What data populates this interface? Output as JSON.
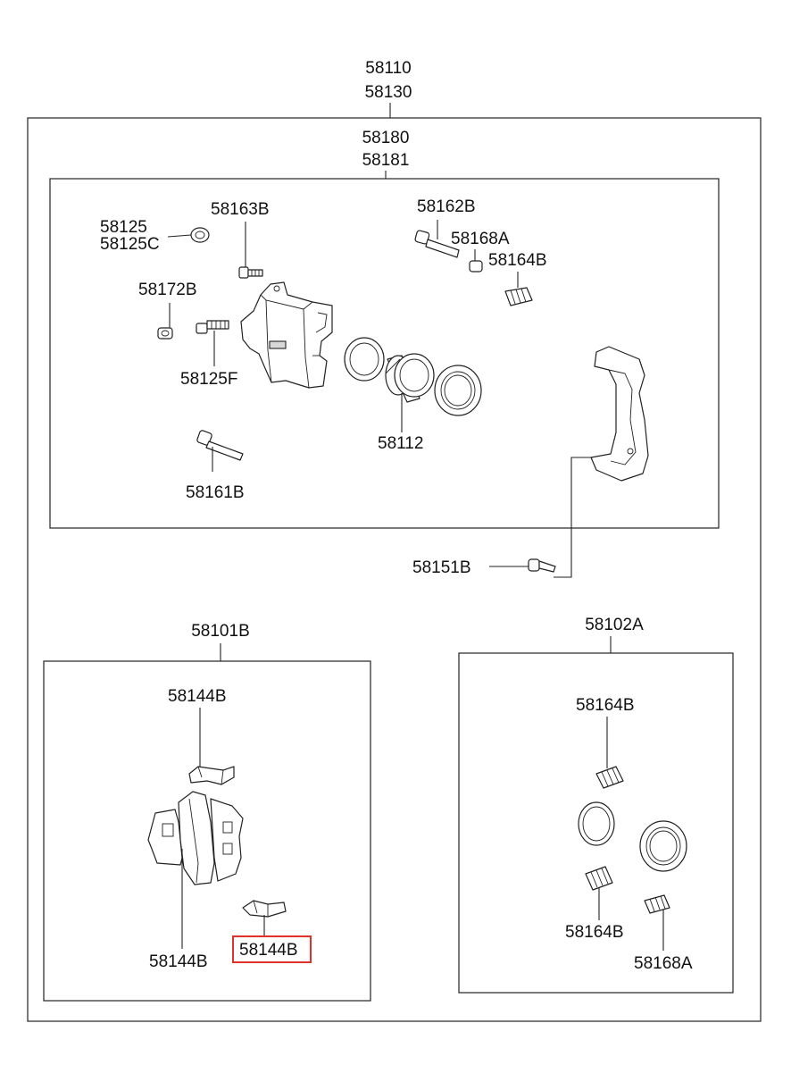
{
  "assembly": {
    "top_labels": [
      "58110",
      "58130"
    ],
    "caliper_labels": [
      "58180",
      "58181"
    ]
  },
  "caliper_parts": {
    "bleeder_cap": [
      "58125",
      "58125C"
    ],
    "bolt_upper_left": "58163B",
    "bolt_upper_right": "58162B",
    "sleeve": "58168A",
    "boot_top": "58164B",
    "bleeder_screw": "58172B",
    "bleeder_small": "58125F",
    "piston": "58112",
    "guide_pin": "58161B",
    "bracket_bolt": "58151B"
  },
  "pad_kit": {
    "title": "58101B",
    "shim_top": "58144B",
    "pad_label": "58144B",
    "shim_bottom_highlighted": "58144B"
  },
  "seal_kit": {
    "title": "58102A",
    "boot_upper": "58164B",
    "boot_lower": "58164B",
    "sleeve": "58168A"
  },
  "colors": {
    "line": "#222222",
    "highlight": "#e0312b",
    "background": "#ffffff"
  }
}
